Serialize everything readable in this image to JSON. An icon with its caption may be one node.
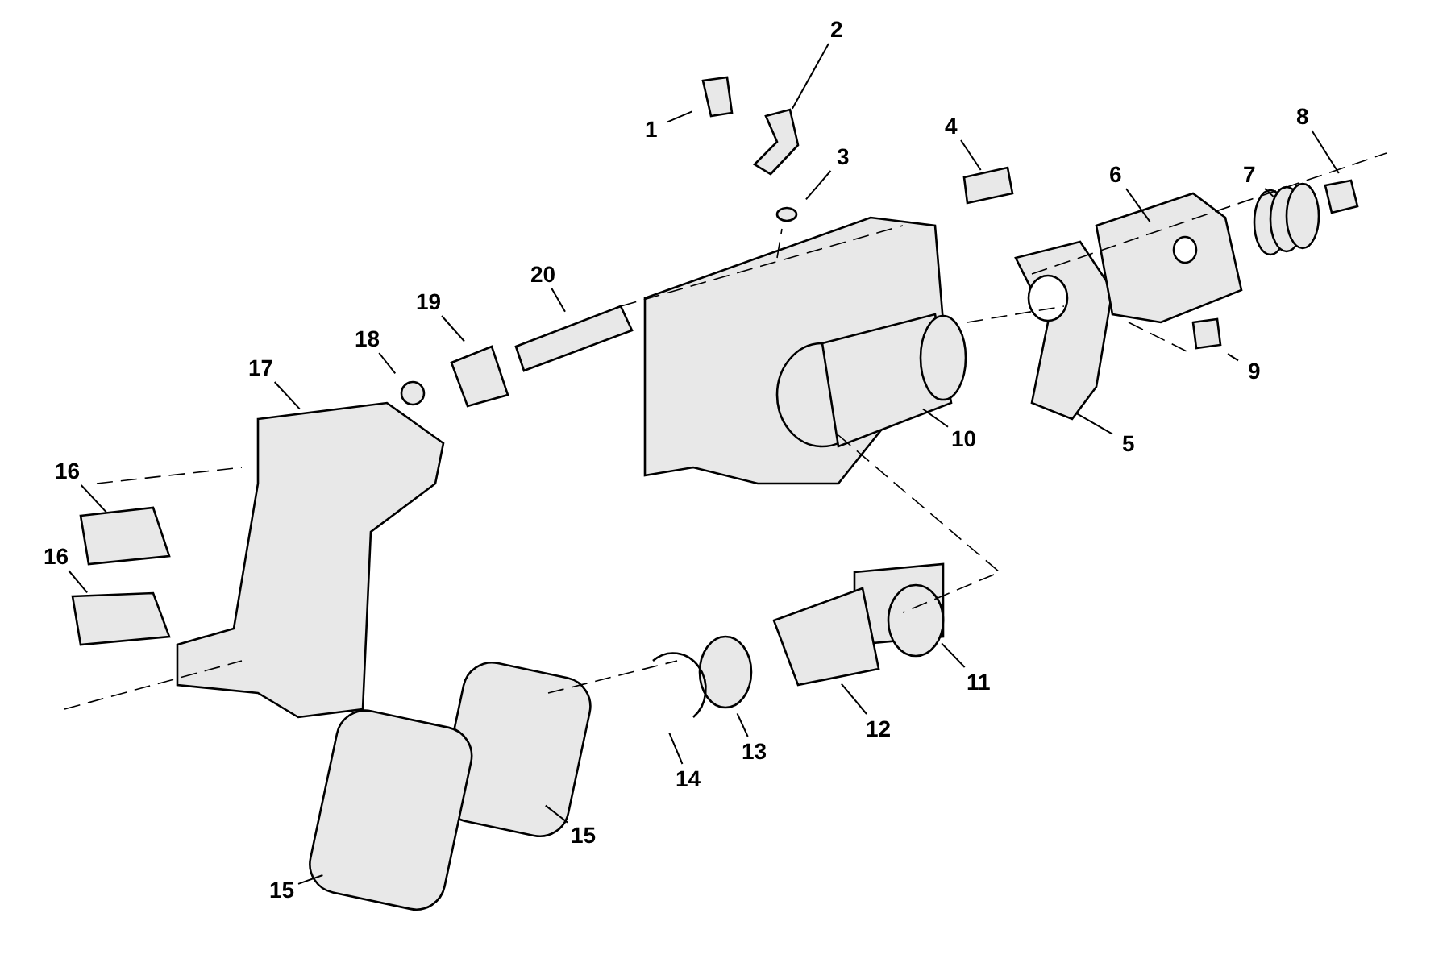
{
  "diagram": {
    "nodes": [
      {
        "text": [
          "2"
        ]
      },
      {
        "text": [
          "8"
        ]
      },
      {
        "text": [
          "4"
        ]
      },
      {
        "text": [
          "1"
        ]
      },
      {
        "text": [
          "3"
        ]
      },
      {
        "text": [
          "6"
        ]
      },
      {
        "text": [
          "7"
        ]
      },
      {
        "text": [
          "20"
        ]
      },
      {
        "text": [
          "19"
        ]
      },
      {
        "text": [
          "18"
        ]
      },
      {
        "text": [
          "17"
        ]
      },
      {
        "text": [
          "9"
        ]
      },
      {
        "text": [
          "10"
        ]
      },
      {
        "text": [
          "5"
        ]
      },
      {
        "text": [
          "16"
        ]
      },
      {
        "text": [
          "16"
        ]
      },
      {
        "text": [
          "11"
        ]
      },
      {
        "text": [
          "12"
        ]
      },
      {
        "text": [
          "13"
        ]
      },
      {
        "text": [
          "14"
        ]
      },
      {
        "text": [
          "15"
        ]
      },
      {
        "text": [
          "15"
        ]
      }
    ],
    "edges": [
      {
        "from": 0,
        "to": null,
        "arrow": "none"
      },
      {
        "from": 1,
        "to": null,
        "arrow": "none"
      },
      {
        "from": 2,
        "to": null,
        "arrow": "none"
      },
      {
        "from": 3,
        "to": null,
        "arrow": "none"
      },
      {
        "from": 4,
        "to": null,
        "arrow": "none"
      },
      {
        "from": 5,
        "to": null,
        "arrow": "none"
      },
      {
        "from": 6,
        "to": null,
        "arrow": "none"
      },
      {
        "from": 7,
        "to": null,
        "arrow": "none"
      },
      {
        "from": 8,
        "to": null,
        "arrow": "none"
      },
      {
        "from": 9,
        "to": null,
        "arrow": "none"
      },
      {
        "from": 10,
        "to": null,
        "arrow": "none"
      },
      {
        "from": 11,
        "to": null,
        "arrow": "none"
      },
      {
        "from": 12,
        "to": null,
        "arrow": "none"
      },
      {
        "from": 13,
        "to": null,
        "arrow": "none"
      },
      {
        "from": 14,
        "to": null,
        "arrow": "none"
      },
      {
        "from": 15,
        "to": null,
        "arrow": "none"
      },
      {
        "from": 16,
        "to": null,
        "arrow": "none"
      },
      {
        "from": 17,
        "to": null,
        "arrow": "none"
      },
      {
        "from": 18,
        "to": null,
        "arrow": "none"
      },
      {
        "from": 19,
        "to": null,
        "arrow": "none"
      },
      {
        "from": 20,
        "to": null,
        "arrow": "none"
      },
      {
        "from": 21,
        "to": null,
        "arrow": "none"
      }
    ]
  }
}
